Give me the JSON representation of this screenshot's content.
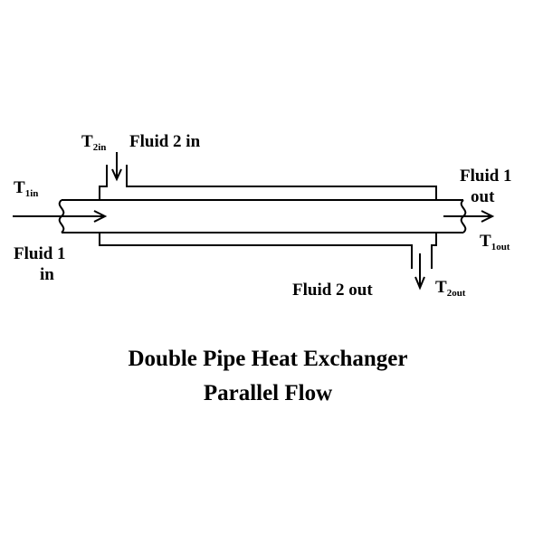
{
  "diagram": {
    "labels": {
      "t2in": {
        "main": "T",
        "sub": "2in"
      },
      "fluid2_in": "Fluid 2 in",
      "t1in": {
        "main": "T",
        "sub": "1in"
      },
      "fluid1_in": [
        "Fluid 1",
        "in"
      ],
      "fluid1_out": [
        "Fluid 1",
        "out"
      ],
      "t1out": {
        "main": "T",
        "sub": "1out"
      },
      "fluid2_out": "Fluid 2 out",
      "t2out": {
        "main": "T",
        "sub": "2out"
      }
    },
    "caption": [
      "Double Pipe Heat Exchanger",
      "Parallel Flow"
    ]
  }
}
